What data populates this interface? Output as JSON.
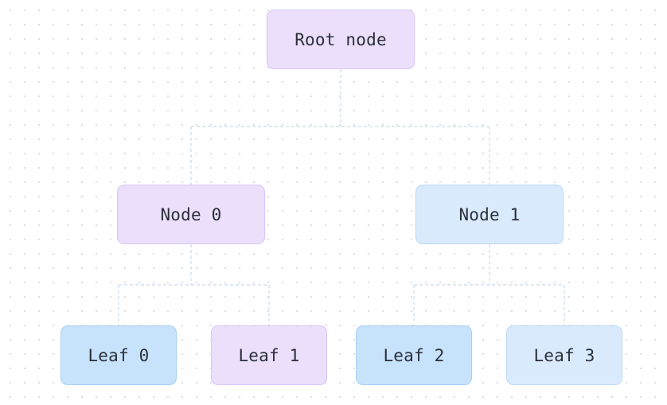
{
  "diagram": {
    "type": "tree",
    "root": {
      "label": "Root node",
      "color": "#ebdffb"
    },
    "level1": [
      {
        "label": "Node 0",
        "color": "#ebdffb"
      },
      {
        "label": "Node 1",
        "color": "#d9eafc"
      }
    ],
    "leaves": [
      {
        "label": "Leaf 0",
        "parent": "Node 0",
        "color": "#c7e2fb"
      },
      {
        "label": "Leaf 1",
        "parent": "Node 0",
        "color": "#ebdffb"
      },
      {
        "label": "Leaf 2",
        "parent": "Node 1",
        "color": "#c7e2fb"
      },
      {
        "label": "Leaf 3",
        "parent": "Node 1",
        "color": "#d9eafc"
      }
    ],
    "edges": [
      [
        "Root node",
        "Node 0"
      ],
      [
        "Root node",
        "Node 1"
      ],
      [
        "Node 0",
        "Leaf 0"
      ],
      [
        "Node 0",
        "Leaf 1"
      ],
      [
        "Node 1",
        "Leaf 2"
      ],
      [
        "Node 1",
        "Leaf 3"
      ]
    ],
    "connector_color": "#cfe1f2",
    "connector_style": "dashed",
    "background": "dot-grid"
  }
}
